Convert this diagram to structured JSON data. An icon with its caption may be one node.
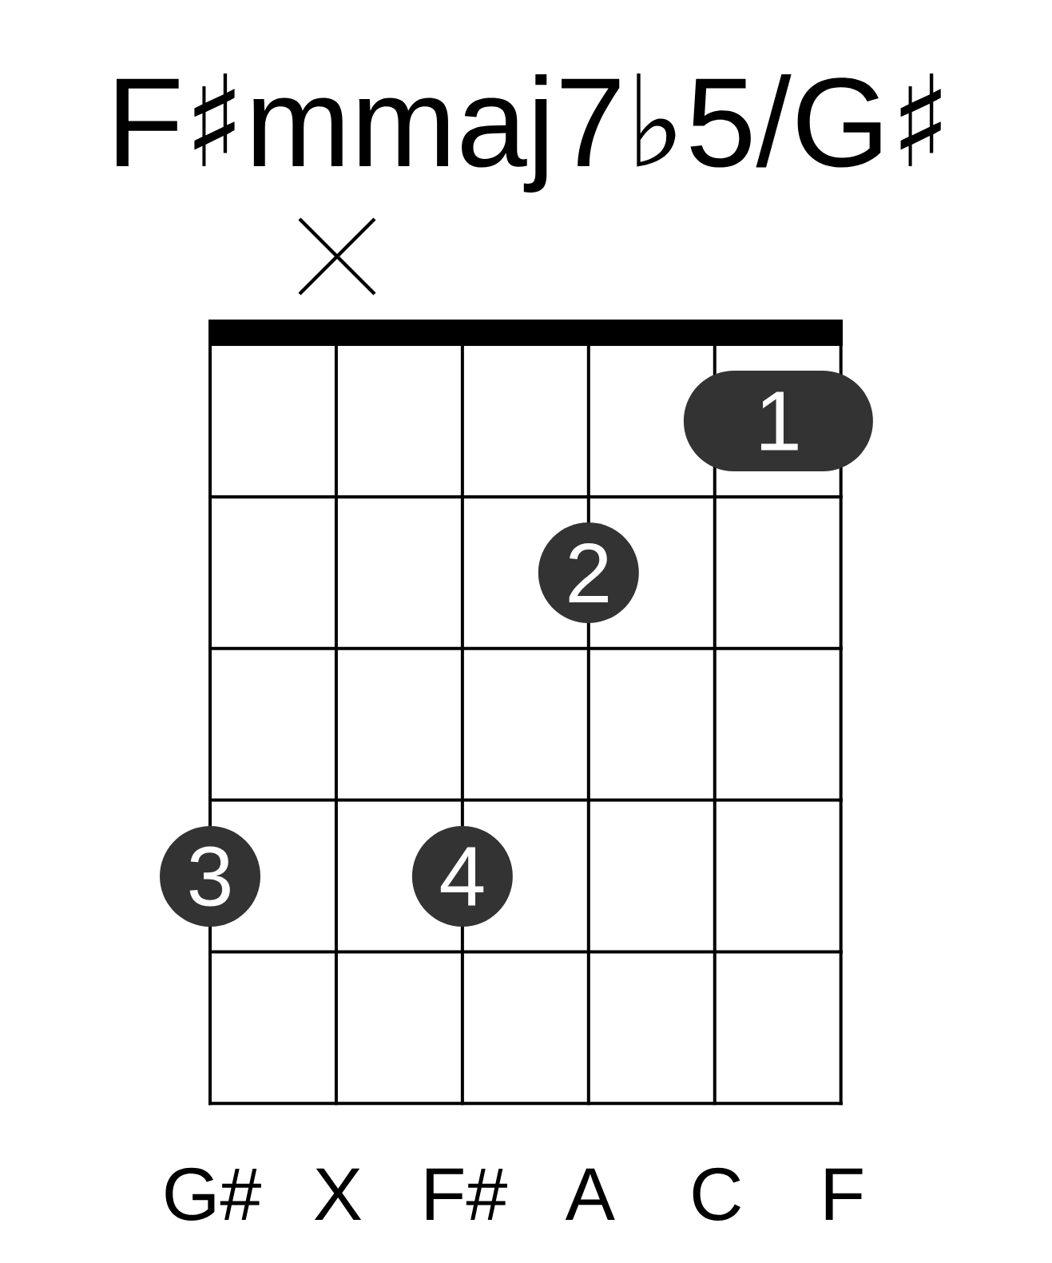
{
  "diagram": {
    "title": "F♯mmaj7♭5/G♯",
    "nodes": [
      {
        "text": [
          "1"
        ]
      },
      {
        "text": [
          "2"
        ]
      },
      {
        "text": [
          "3"
        ]
      },
      {
        "text": [
          "4"
        ]
      }
    ],
    "labels": [
      "G#",
      "X",
      "F#",
      "A",
      "C",
      "F"
    ]
  }
}
